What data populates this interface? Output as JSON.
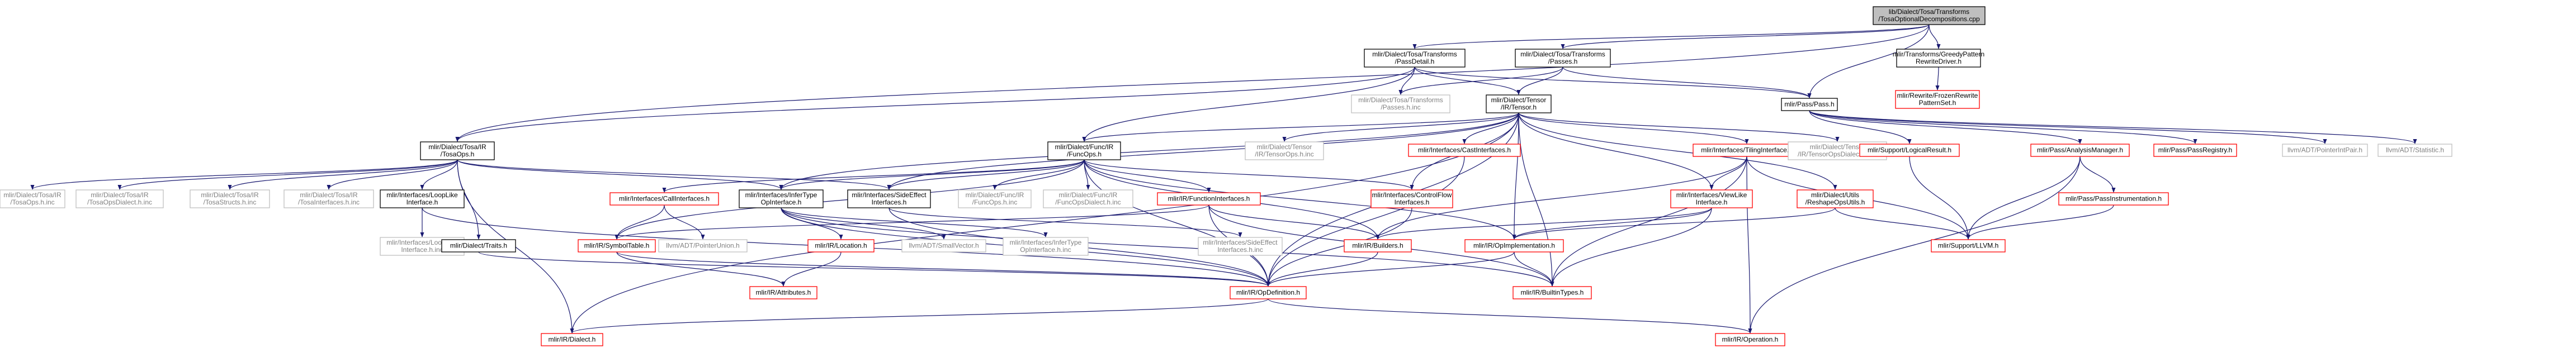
{
  "colors": {
    "root_fill": "#bfbfbf",
    "normal_border": "#000000",
    "link_border": "#ff0000",
    "system_border": "#bfbfbf",
    "text": "#000000",
    "system_text": "#808080",
    "edge": "#191970"
  },
  "nodes": [
    {
      "id": "root",
      "lines": [
        "lib/Dialect/Tosa/Transforms",
        "/TosaOptionalDecompositions.cpp"
      ],
      "kind": "root"
    },
    {
      "id": "passdetail",
      "lines": [
        "mlir/Dialect/Tosa/Transforms",
        "/PassDetail.h"
      ],
      "kind": "normal"
    },
    {
      "id": "passes_h",
      "lines": [
        "mlir/Dialect/Tosa/Transforms",
        "/Passes.h"
      ],
      "kind": "normal"
    },
    {
      "id": "greedy",
      "lines": [
        "mlir/Transforms/GreedyPattern",
        "RewriteDriver.h"
      ],
      "kind": "normal"
    },
    {
      "id": "frozen",
      "lines": [
        "mlir/Rewrite/FrozenRewrite",
        "PatternSet.h"
      ],
      "kind": "link"
    },
    {
      "id": "passes_inc",
      "lines": [
        "mlir/Dialect/Tosa/Transforms",
        "/Passes.h.inc"
      ],
      "kind": "system"
    },
    {
      "id": "tensor",
      "lines": [
        "mlir/Dialect/Tensor",
        "/IR/Tensor.h"
      ],
      "kind": "normal"
    },
    {
      "id": "pass_h",
      "lines": [
        "mlir/Pass/Pass.h"
      ],
      "kind": "normal"
    },
    {
      "id": "tosaops",
      "lines": [
        "mlir/Dialect/Tosa/IR",
        "/TosaOps.h"
      ],
      "kind": "normal"
    },
    {
      "id": "funcops",
      "lines": [
        "mlir/Dialect/Func/IR",
        "/FuncOps.h"
      ],
      "kind": "normal"
    },
    {
      "id": "tensorops_inc",
      "lines": [
        "mlir/Dialect/Tensor",
        "/IR/TensorOps.h.inc"
      ],
      "kind": "system"
    },
    {
      "id": "castif",
      "lines": [
        "mlir/Interfaces/CastInterfaces.h"
      ],
      "kind": "link"
    },
    {
      "id": "tilingif",
      "lines": [
        "mlir/Interfaces/TilingInterface.h"
      ],
      "kind": "link"
    },
    {
      "id": "tensordialect_inc",
      "lines": [
        "mlir/Dialect/Tensor",
        "/IR/TensorOpsDialect.h.inc"
      ],
      "kind": "system"
    },
    {
      "id": "supportlogical",
      "lines": [
        "mlir/Support/LogicalResult.h"
      ],
      "kind": "link"
    },
    {
      "id": "analysisman",
      "lines": [
        "mlir/Pass/AnalysisManager.h"
      ],
      "kind": "link"
    },
    {
      "id": "passregistry",
      "lines": [
        "mlir/Pass/PassRegistry.h"
      ],
      "kind": "link"
    },
    {
      "id": "ptrintpair",
      "lines": [
        "llvm/ADT/PointerIntPair.h"
      ],
      "kind": "system"
    },
    {
      "id": "statistic",
      "lines": [
        "llvm/ADT/Statistic.h"
      ],
      "kind": "system"
    },
    {
      "id": "tosaops_inc",
      "lines": [
        "mlir/Dialect/Tosa/IR",
        "/TosaOps.h.inc"
      ],
      "kind": "system"
    },
    {
      "id": "tosaopsdialect_inc",
      "lines": [
        "mlir/Dialect/Tosa/IR",
        "/TosaOpsDialect.h.inc"
      ],
      "kind": "system"
    },
    {
      "id": "tosastruct_inc",
      "lines": [
        "mlir/Dialect/Tosa/IR",
        "/TosaStructs.h.inc"
      ],
      "kind": "system"
    },
    {
      "id": "tosaif_inc",
      "lines": [
        "mlir/Dialect/Tosa/IR",
        "/TosaInterfaces.h.inc"
      ],
      "kind": "system"
    },
    {
      "id": "loopif",
      "lines": [
        "mlir/Interfaces/LoopLike",
        "Interface.h"
      ],
      "kind": "normal"
    },
    {
      "id": "callif",
      "lines": [
        "mlir/Interfaces/CallInterfaces.h"
      ],
      "kind": "link"
    },
    {
      "id": "infertypeif",
      "lines": [
        "mlir/Interfaces/InferType",
        "OpInterface.h"
      ],
      "kind": "normal"
    },
    {
      "id": "sideeffectif",
      "lines": [
        "mlir/Interfaces/SideEffect",
        "Interfaces.h"
      ],
      "kind": "normal"
    },
    {
      "id": "funcops_inc",
      "lines": [
        "mlir/Dialect/Func/IR",
        "/FuncOps.h.inc"
      ],
      "kind": "system"
    },
    {
      "id": "funcopsdialect_inc",
      "lines": [
        "mlir/Dialect/Func/IR",
        "/FuncOpsDialect.h.inc"
      ],
      "kind": "system"
    },
    {
      "id": "functionif",
      "lines": [
        "mlir/IR/FunctionInterfaces.h"
      ],
      "kind": "link"
    },
    {
      "id": "controlflowif",
      "lines": [
        "mlir/Interfaces/ControlFlow",
        "Interfaces.h"
      ],
      "kind": "link"
    },
    {
      "id": "viewlikeif",
      "lines": [
        "mlir/Interfaces/ViewLike",
        "Interface.h"
      ],
      "kind": "link"
    },
    {
      "id": "reshapeutils",
      "lines": [
        "mlir/Dialect/Utils",
        "/ReshapeOpsUtils.h"
      ],
      "kind": "link"
    },
    {
      "id": "passinstr",
      "lines": [
        "mlir/Pass/PassInstrumentation.h"
      ],
      "kind": "link"
    },
    {
      "id": "looplike_inc",
      "lines": [
        "mlir/Interfaces/LoopLike",
        "Interface.h.inc"
      ],
      "kind": "system"
    },
    {
      "id": "traits",
      "lines": [
        "mlir/Dialect/Traits.h"
      ],
      "kind": "normal"
    },
    {
      "id": "symboltable",
      "lines": [
        "mlir/IR/SymbolTable.h"
      ],
      "kind": "link"
    },
    {
      "id": "ptrunion",
      "lines": [
        "llvm/ADT/PointerUnion.h"
      ],
      "kind": "system"
    },
    {
      "id": "location",
      "lines": [
        "mlir/IR/Location.h"
      ],
      "kind": "link"
    },
    {
      "id": "smallvector",
      "lines": [
        "llvm/ADT/SmallVector.h"
      ],
      "kind": "system"
    },
    {
      "id": "infertype_inc",
      "lines": [
        "mlir/Interfaces/InferType",
        "OpInterface.h.inc"
      ],
      "kind": "system"
    },
    {
      "id": "sideeffect_inc",
      "lines": [
        "mlir/Interfaces/SideEffect",
        "Interfaces.h.inc"
      ],
      "kind": "system"
    },
    {
      "id": "builders",
      "lines": [
        "mlir/IR/Builders.h"
      ],
      "kind": "link"
    },
    {
      "id": "opimpl",
      "lines": [
        "mlir/IR/OpImplementation.h"
      ],
      "kind": "link"
    },
    {
      "id": "supportllvm",
      "lines": [
        "mlir/Support/LLVM.h"
      ],
      "kind": "link"
    },
    {
      "id": "attributes",
      "lines": [
        "mlir/IR/Attributes.h"
      ],
      "kind": "link"
    },
    {
      "id": "opdef",
      "lines": [
        "mlir/IR/OpDefinition.h"
      ],
      "kind": "link"
    },
    {
      "id": "builtintypes",
      "lines": [
        "mlir/IR/BuiltinTypes.h"
      ],
      "kind": "link"
    },
    {
      "id": "dialect",
      "lines": [
        "mlir/IR/Dialect.h"
      ],
      "kind": "link"
    },
    {
      "id": "operation",
      "lines": [
        "mlir/IR/Operation.h"
      ],
      "kind": "link"
    }
  ],
  "edges": [
    [
      "root",
      "passdetail"
    ],
    [
      "root",
      "passes_h"
    ],
    [
      "root",
      "greedy"
    ],
    [
      "root",
      "tosaops"
    ],
    [
      "root",
      "pass_h"
    ],
    [
      "passdetail",
      "passes_inc"
    ],
    [
      "passdetail",
      "tensor"
    ],
    [
      "passdetail",
      "funcops"
    ],
    [
      "passdetail",
      "tosaops"
    ],
    [
      "passdetail",
      "pass_h"
    ],
    [
      "passes_h",
      "passes_inc"
    ],
    [
      "passes_h",
      "pass_h"
    ],
    [
      "passes_h",
      "tensor"
    ],
    [
      "greedy",
      "frozen"
    ],
    [
      "tensor",
      "tensorops_inc"
    ],
    [
      "tensor",
      "castif"
    ],
    [
      "tensor",
      "tilingif"
    ],
    [
      "tensor",
      "tensordialect_inc"
    ],
    [
      "tensor",
      "funcops"
    ],
    [
      "tensor",
      "controlflowif"
    ],
    [
      "tensor",
      "viewlikeif"
    ],
    [
      "tensor",
      "reshapeutils"
    ],
    [
      "tensor",
      "opimpl"
    ],
    [
      "tensor",
      "builtintypes"
    ],
    [
      "tensor",
      "dialect"
    ],
    [
      "tensor",
      "infertypeif"
    ],
    [
      "tensor",
      "sideeffectif"
    ],
    [
      "tensor",
      "opdef"
    ],
    [
      "pass_h",
      "supportlogical"
    ],
    [
      "pass_h",
      "analysisman"
    ],
    [
      "pass_h",
      "passregistry"
    ],
    [
      "pass_h",
      "ptrintpair"
    ],
    [
      "pass_h",
      "statistic"
    ],
    [
      "tosaops",
      "tosaops_inc"
    ],
    [
      "tosaops",
      "tosaopsdialect_inc"
    ],
    [
      "tosaops",
      "tosastruct_inc"
    ],
    [
      "tosaops",
      "tosaif_inc"
    ],
    [
      "tosaops",
      "loopif"
    ],
    [
      "tosaops",
      "infertypeif"
    ],
    [
      "tosaops",
      "sideeffectif"
    ],
    [
      "tosaops",
      "traits"
    ],
    [
      "tosaops",
      "dialect"
    ],
    [
      "funcops",
      "callif"
    ],
    [
      "funcops",
      "infertypeif"
    ],
    [
      "funcops",
      "sideeffectif"
    ],
    [
      "funcops",
      "funcops_inc"
    ],
    [
      "funcops",
      "funcopsdialect_inc"
    ],
    [
      "funcops",
      "functionif"
    ],
    [
      "funcops",
      "controlflowif"
    ],
    [
      "funcops",
      "symboltable"
    ],
    [
      "funcops",
      "opimpl"
    ],
    [
      "funcops",
      "builders"
    ],
    [
      "funcops",
      "opdef"
    ],
    [
      "castif",
      "opdef"
    ],
    [
      "tilingif",
      "viewlikeif"
    ],
    [
      "tilingif",
      "builders"
    ],
    [
      "tilingif",
      "supportllvm"
    ],
    [
      "tilingif",
      "builtintypes"
    ],
    [
      "tilingif",
      "operation"
    ],
    [
      "supportlogical",
      "supportllvm"
    ],
    [
      "analysisman",
      "passinstr"
    ],
    [
      "analysisman",
      "supportllvm"
    ],
    [
      "analysisman",
      "operation"
    ],
    [
      "loopif",
      "looplike_inc"
    ],
    [
      "loopif",
      "opdef"
    ],
    [
      "callif",
      "symboltable"
    ],
    [
      "callif",
      "ptrunion"
    ],
    [
      "infertypeif",
      "location"
    ],
    [
      "infertypeif",
      "smallvector"
    ],
    [
      "infertypeif",
      "infertype_inc"
    ],
    [
      "infertypeif",
      "builtintypes"
    ],
    [
      "infertypeif",
      "opdef"
    ],
    [
      "sideeffectif",
      "sideeffect_inc"
    ],
    [
      "sideeffectif",
      "opdef"
    ],
    [
      "functionif",
      "builders"
    ],
    [
      "functionif",
      "symboltable"
    ],
    [
      "functionif",
      "opdef"
    ],
    [
      "functionif",
      "builtintypes"
    ],
    [
      "controlflowif",
      "opdef"
    ],
    [
      "viewlikeif",
      "builders"
    ],
    [
      "viewlikeif",
      "opimpl"
    ],
    [
      "viewlikeif",
      "builtintypes"
    ],
    [
      "reshapeutils",
      "opimpl"
    ],
    [
      "reshapeutils",
      "supportllvm"
    ],
    [
      "passinstr",
      "supportllvm"
    ],
    [
      "traits",
      "opdef"
    ],
    [
      "symboltable",
      "attributes"
    ],
    [
      "symboltable",
      "opdef"
    ],
    [
      "location",
      "attributes"
    ],
    [
      "builders",
      "opdef"
    ],
    [
      "opimpl",
      "opdef"
    ],
    [
      "opimpl",
      "builtintypes"
    ],
    [
      "opdef",
      "dialect"
    ],
    [
      "opdef",
      "operation"
    ]
  ]
}
